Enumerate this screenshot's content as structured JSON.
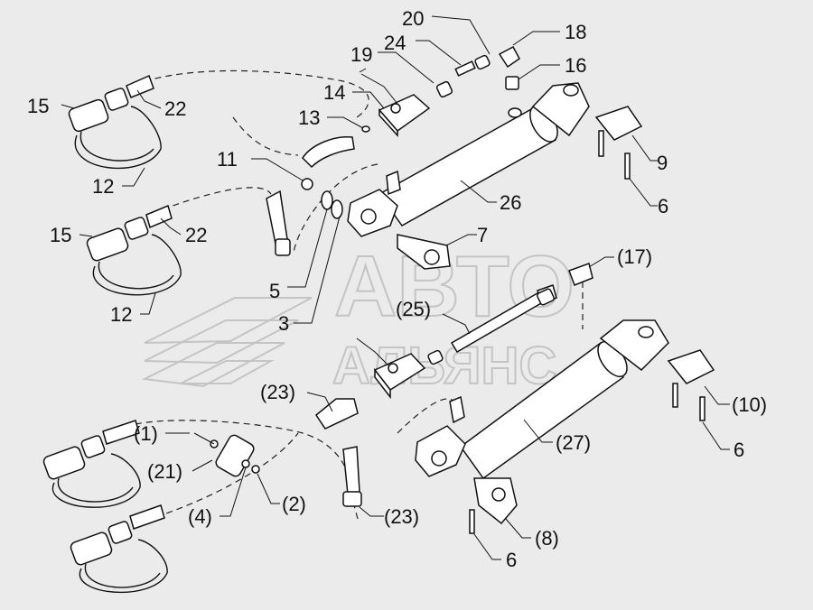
{
  "watermark": {
    "line1": "АВТО",
    "line2": "АЛЬЯНС"
  },
  "labels": [
    {
      "id": "20",
      "text": "20"
    },
    {
      "id": "18",
      "text": "18"
    },
    {
      "id": "24",
      "text": "24"
    },
    {
      "id": "19",
      "text": "19"
    },
    {
      "id": "16",
      "text": "16"
    },
    {
      "id": "14",
      "text": "14"
    },
    {
      "id": "15a",
      "text": "15"
    },
    {
      "id": "22a",
      "text": "22"
    },
    {
      "id": "13",
      "text": "13"
    },
    {
      "id": "9",
      "text": "9"
    },
    {
      "id": "11",
      "text": "11"
    },
    {
      "id": "12a",
      "text": "12"
    },
    {
      "id": "26",
      "text": "26"
    },
    {
      "id": "6a",
      "text": "6"
    },
    {
      "id": "15b",
      "text": "15"
    },
    {
      "id": "22b",
      "text": "22"
    },
    {
      "id": "7",
      "text": "7"
    },
    {
      "id": "17",
      "text": "(17)"
    },
    {
      "id": "5",
      "text": "5"
    },
    {
      "id": "12b",
      "text": "12"
    },
    {
      "id": "25",
      "text": "(25)"
    },
    {
      "id": "3",
      "text": "3"
    },
    {
      "id": "23a",
      "text": "(23)"
    },
    {
      "id": "10",
      "text": "(10)"
    },
    {
      "id": "1",
      "text": "(1)"
    },
    {
      "id": "27",
      "text": "(27)"
    },
    {
      "id": "6b",
      "text": "6"
    },
    {
      "id": "21",
      "text": "(21)"
    },
    {
      "id": "2",
      "text": "(2)"
    },
    {
      "id": "4",
      "text": "(4)"
    },
    {
      "id": "23b",
      "text": "(23)"
    },
    {
      "id": "8",
      "text": "(8)"
    },
    {
      "id": "6c",
      "text": "6"
    }
  ]
}
